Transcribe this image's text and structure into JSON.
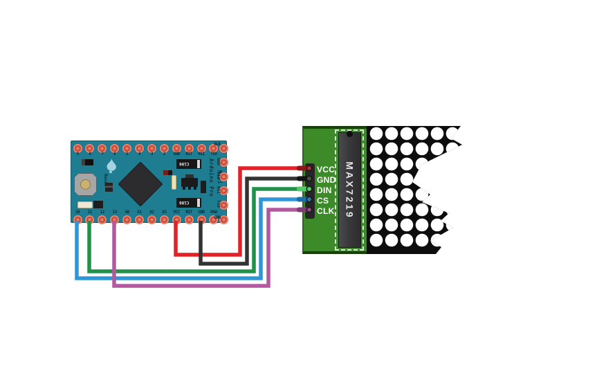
{
  "background_color": "#ffffff",
  "arduino": {
    "board_color": "#1f7d91",
    "silkscreen_color": "#0c2f3a",
    "brand_line_1": "Arduino Pro",
    "brand_line_2": "Mini",
    "reset_label": "Reset",
    "top_pins": [
      "9",
      "8",
      "7",
      "6",
      "5",
      "4",
      "3",
      "2",
      "GND",
      "RST",
      "RXI",
      "TXO"
    ],
    "bottom_pins": [
      "10",
      "11",
      "12",
      "13",
      "A0",
      "A1",
      "A2",
      "A3",
      "VCC",
      "RST",
      "GND",
      "RAW"
    ],
    "right_pins": [
      "BLK",
      "GND",
      "VCC",
      "RXI",
      "TXO",
      "GRN"
    ],
    "capacitor_labels": [
      "C106",
      "C106"
    ]
  },
  "module": {
    "pcb_color": "#3c8b28",
    "chip_label": "MAX7219",
    "pins": [
      "VCC",
      "GND",
      "DIN",
      "CS",
      "CLK"
    ],
    "matrix": {
      "rows": 8,
      "cols": 6,
      "dot_color": "#ffffff",
      "panel_color": "#0d0d0d"
    }
  },
  "wires": [
    {
      "name": "vcc",
      "color": "#e32227",
      "tip": "#8e1519",
      "dot": "#a03428",
      "from": "Arduino Pro Mini VCC",
      "to": "MAX7219 VCC"
    },
    {
      "name": "gnd",
      "color": "#333333",
      "tip": "#141414",
      "dot": "#45523d",
      "from": "Arduino Pro Mini GND",
      "to": "MAX7219 GND"
    },
    {
      "name": "din",
      "color": "#1f9148",
      "tip": "#55c86a",
      "dot": "#55c86a",
      "from": "Arduino Pro Mini 11",
      "to": "MAX7219 DIN"
    },
    {
      "name": "cs",
      "color": "#2e96d6",
      "tip": "#1d6ea3",
      "dot": "#2e77a5",
      "from": "Arduino Pro Mini 10",
      "to": "MAX7219 CS"
    },
    {
      "name": "clk",
      "color": "#b2589f",
      "tip": "#7c3d73",
      "dot": "#8a4a7e",
      "from": "Arduino Pro Mini 13",
      "to": "MAX7219 CLK"
    }
  ]
}
